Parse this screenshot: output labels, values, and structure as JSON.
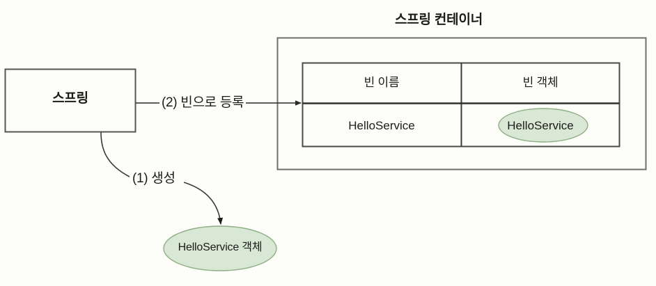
{
  "diagram": {
    "container": {
      "title": "스프링 컨테이너",
      "table": {
        "headers": [
          "빈 이름",
          "빈 객체"
        ],
        "rows": [
          [
            "HelloService",
            "HelloService"
          ]
        ],
        "object_cell_is_ellipse": true
      }
    },
    "spring_box": {
      "label": "스프링"
    },
    "edges": [
      {
        "name": "register-as-bean",
        "label": "(2) 빈으로 등록",
        "from": "spring_box",
        "to": "container_table",
        "style": "straight-arrow"
      },
      {
        "name": "create-object",
        "label": "(1) 생성",
        "from": "spring_box",
        "to": "hello_service_object",
        "style": "curved-arrow"
      }
    ],
    "hello_service_object": {
      "label": "HelloService 객체"
    }
  },
  "colors": {
    "background": "#fdfdfa",
    "stroke": "#4d4d4d",
    "stroke_dark": "#333333",
    "text": "#1b1b1b",
    "ellipse_fill": "#d9e8d4",
    "ellipse_stroke": "#86a47d"
  }
}
